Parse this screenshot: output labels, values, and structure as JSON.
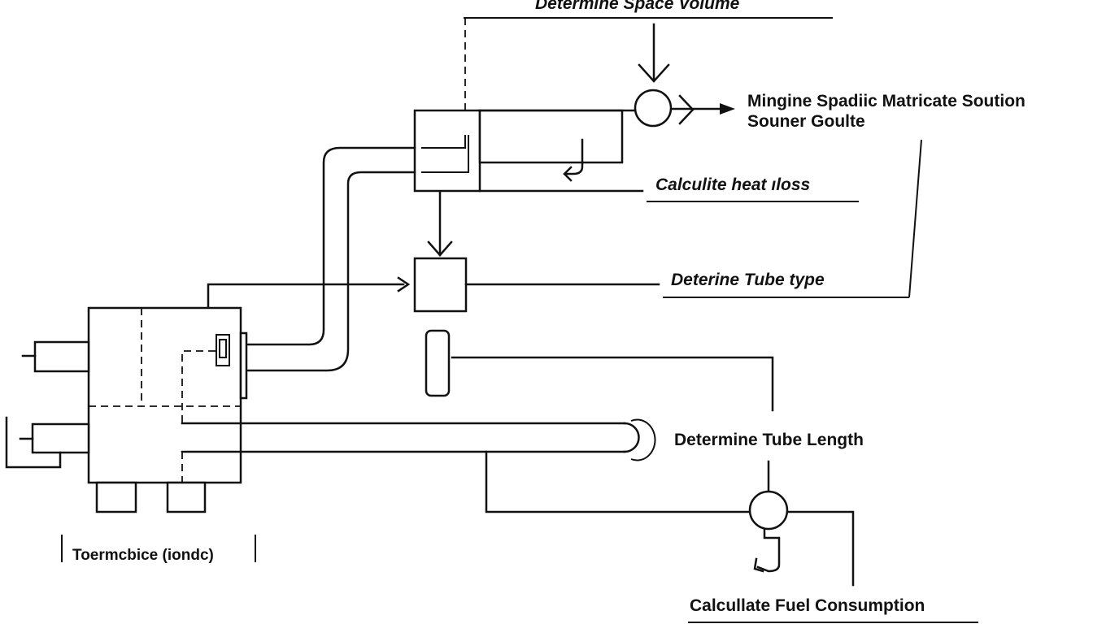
{
  "labels": {
    "space_volume": "Determine Space Volume",
    "matricate_line1": "Mingine Spadiic Matricate Soution",
    "matricate_line2": "Souner Goulte",
    "heat_loss": "Calculite heat ıloss",
    "tube_type": "Deterine Tube type",
    "tube_length": "Determine Tube Length",
    "fuel_consumption": "Calcullate Fuel Consumption",
    "source_label": "Toermcbice (iondc)"
  },
  "colors": {
    "ink": "#111111",
    "background": "#ffffff"
  }
}
